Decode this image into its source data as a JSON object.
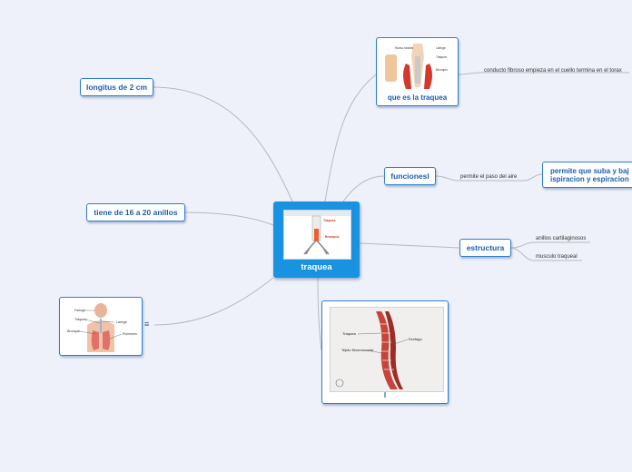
{
  "central": {
    "label": "traquea"
  },
  "nodes": {
    "longitud": "longitus de 2 cm",
    "anillos": "tiene de 16 a 20 anillos",
    "que_es": "que es la traquea",
    "funciones": "funcionesl",
    "estructura": "estructura",
    "funcion_destacada": "permite que suba y baj ispiracion y espiracion",
    "imagen_traquea": "l",
    "imagen_torso_marker": "≡"
  },
  "notes": {
    "definicion": "conducto fibroso empieza en el cuello termina en el torax",
    "paso_aire": "permite el paso del aire",
    "anillos_cart": "anillos cartilaginosos",
    "musculo": "musculo traqueal"
  },
  "image_labels": {
    "torso": [
      "Faringe",
      "Tráquea",
      "Laringe",
      "Bronquio",
      "Pulmones"
    ],
    "trachea": [
      "Tráquea",
      "Esófago",
      "Tejido fibromuscular"
    ],
    "throat": [
      "Hueso hioides",
      "Laringe",
      "Tráquea",
      "Bronquio"
    ],
    "central": [
      "Tráquea",
      "Bronquio"
    ]
  },
  "colors": {
    "background": "#eef1f9",
    "accent": "#1993e0",
    "node_border": "#2d7fd1",
    "node_text": "#1a5fb0",
    "link": "#b5b9c2"
  }
}
